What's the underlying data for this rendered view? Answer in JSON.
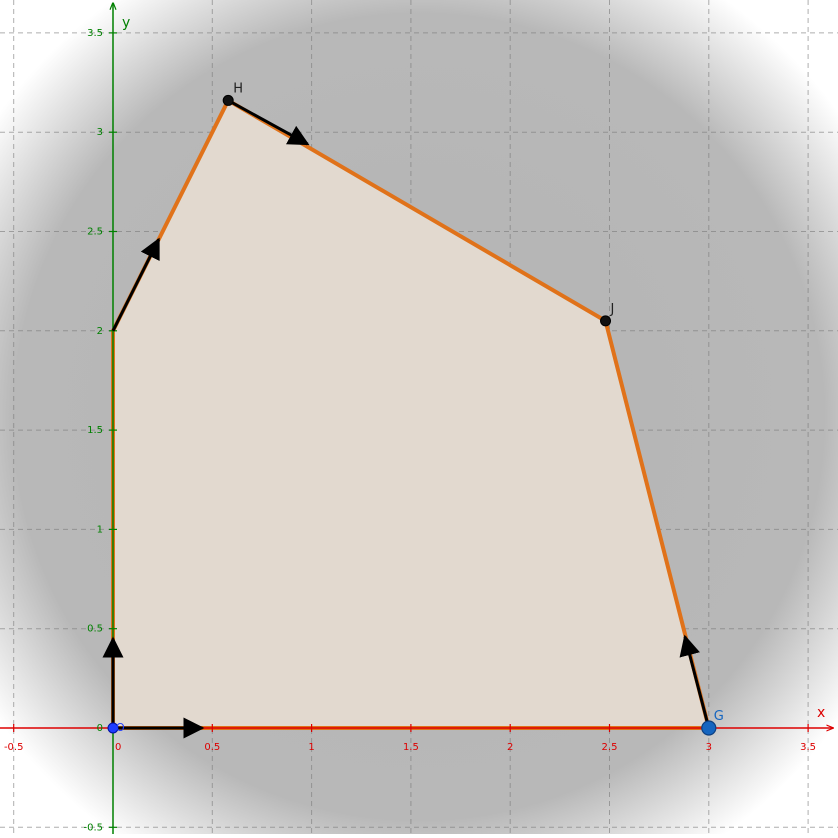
{
  "axes": {
    "x_label": "x",
    "y_label": "y",
    "x_range": [
      -0.5,
      3.5
    ],
    "y_range": [
      -0.5,
      3.5
    ],
    "x_ticks": [
      {
        "v": -0.5,
        "t": "-0.5"
      },
      {
        "v": 0,
        "t": "0"
      },
      {
        "v": 0.5,
        "t": "0.5"
      },
      {
        "v": 1,
        "t": "1"
      },
      {
        "v": 1.5,
        "t": "1.5"
      },
      {
        "v": 2,
        "t": "2"
      },
      {
        "v": 2.5,
        "t": "2.5"
      },
      {
        "v": 3,
        "t": "3"
      },
      {
        "v": 3.5,
        "t": "3.5"
      }
    ],
    "y_ticks": [
      {
        "v": -0.5,
        "t": "-0.5"
      },
      {
        "v": 0,
        "t": "0"
      },
      {
        "v": 0.5,
        "t": "0.5"
      },
      {
        "v": 1,
        "t": "1"
      },
      {
        "v": 1.5,
        "t": "1.5"
      },
      {
        "v": 2,
        "t": "2"
      },
      {
        "v": 2.5,
        "t": "2.5"
      },
      {
        "v": 3,
        "t": "3"
      },
      {
        "v": 3.5,
        "t": "3.5"
      }
    ],
    "grid": true,
    "x_axis_color": "#dd0000",
    "y_axis_color": "#008000"
  },
  "polygon": {
    "vertices": [
      [
        0,
        0
      ],
      [
        3,
        0
      ],
      [
        2.48,
        2.05
      ],
      [
        0.58,
        3.16
      ],
      [
        0,
        2
      ]
    ],
    "fill": "#e2d9cf",
    "edge_color": "#e0721a"
  },
  "points": [
    {
      "name": "G",
      "x": 3,
      "y": 0,
      "color": "#1565c0",
      "size": "large"
    },
    {
      "name": "J",
      "x": 2.48,
      "y": 2.05,
      "color": "#111111",
      "size": "small"
    },
    {
      "name": "H",
      "x": 0.58,
      "y": 3.16,
      "color": "#111111",
      "size": "small"
    }
  ],
  "vectors": [
    {
      "name": "unit-x",
      "from": [
        0,
        0
      ],
      "to": [
        0.45,
        0
      ]
    },
    {
      "name": "unit-y",
      "from": [
        0,
        0
      ],
      "to": [
        0,
        0.45
      ]
    },
    {
      "name": "edge-G-J",
      "from": [
        3,
        0
      ],
      "to": [
        2.88,
        0.46
      ]
    },
    {
      "name": "edge-0-H",
      "from": [
        0,
        2
      ],
      "to": [
        0.23,
        2.46
      ]
    },
    {
      "name": "edge-H-J",
      "from": [
        0.58,
        3.16
      ],
      "to": [
        0.98,
        2.94
      ]
    }
  ],
  "origin_label": "O"
}
